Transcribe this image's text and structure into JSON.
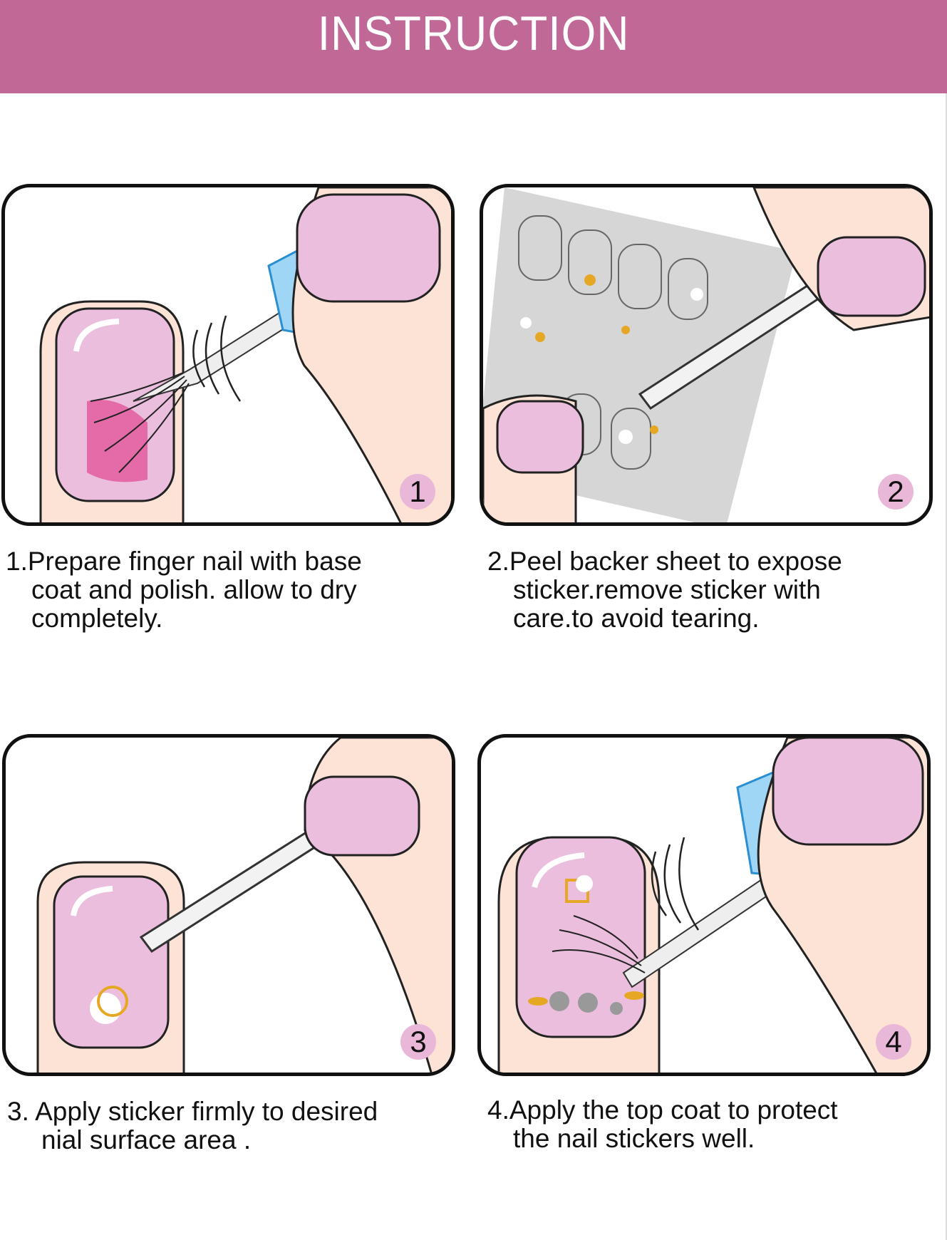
{
  "header": {
    "title": "INSTRUCTION"
  },
  "steps": [
    {
      "number": "1",
      "lines": [
        "1.Prepare finger nail with base",
        "coat and polish. allow to dry",
        "completely."
      ]
    },
    {
      "number": "2",
      "lines": [
        "2.Peel backer sheet to expose",
        "sticker.remove sticker with",
        "care.to avoid tearing."
      ]
    },
    {
      "number": "3",
      "lines": [
        "3. Apply sticker firmly to desired",
        "nial surface area ."
      ]
    },
    {
      "number": "4",
      "lines": [
        "4.Apply the top coat to protect",
        "the nail stickers well."
      ]
    }
  ],
  "colors": {
    "banner": "#c06896",
    "nail": "#ebbedd",
    "skin": "#fce3d6",
    "cap": "#9fd6f5",
    "badge": "#e9b7d8"
  }
}
